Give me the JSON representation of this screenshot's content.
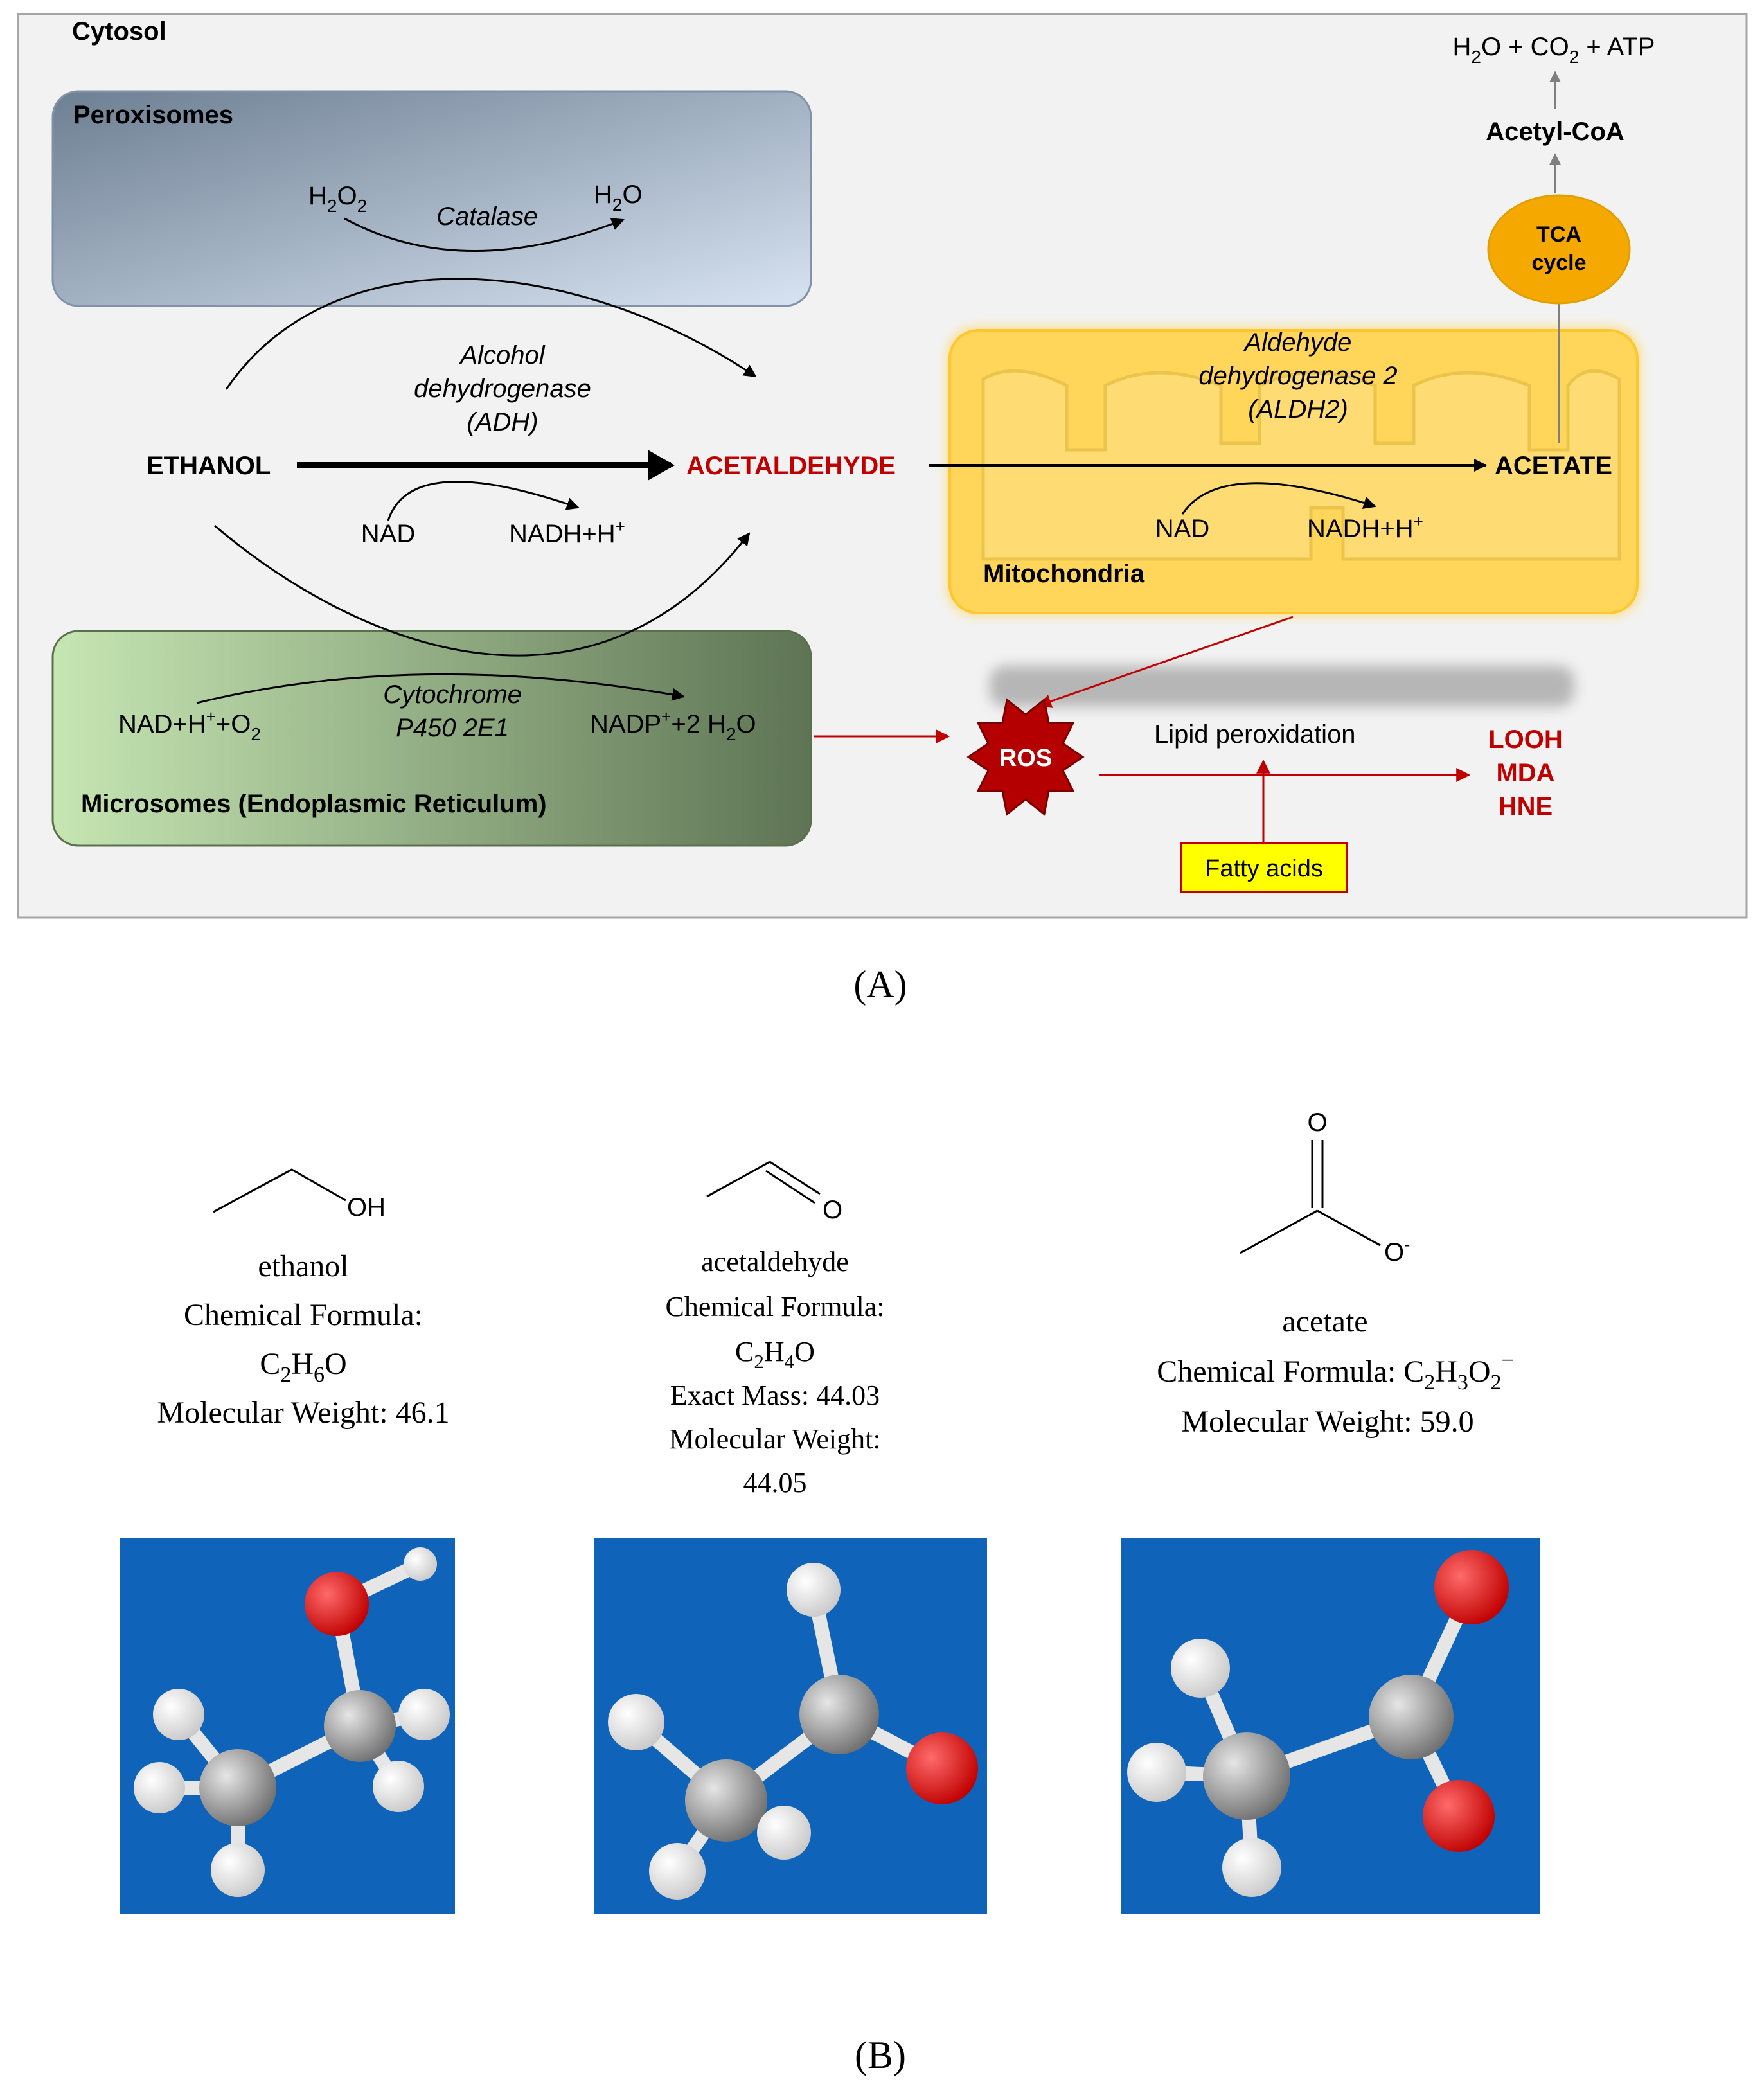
{
  "panel_a": {
    "cytosol": "Cytosol",
    "peroxisomes": "Peroxisomes",
    "h2o2": {
      "base": "H",
      "s1": "2",
      "mid": "O",
      "s2": "2"
    },
    "catalase": "Catalase",
    "h2o": {
      "base": "H",
      "s1": "2",
      "mid": "O"
    },
    "alcohol_dh": [
      "Alcohol",
      "dehydrogenase",
      "(ADH)"
    ],
    "ethanol": "ETHANOL",
    "acetaldehyde": "ACETALDEHYDE",
    "acetate": "ACETATE",
    "nad_left": "NAD",
    "nadh_left": {
      "base": "NADH+H",
      "sup": "+"
    },
    "aldh": [
      "Aldehyde",
      "dehydrogenase 2",
      "(ALDH2)"
    ],
    "nad_right": "NAD",
    "nadh_right": {
      "base": "NADH+H",
      "sup": "+"
    },
    "mitochondria": "Mitochondria",
    "tca": [
      "TCA",
      "cycle"
    ],
    "acetyl_coa": "Acetyl-CoA",
    "products": {
      "a": "H",
      "b": "2",
      "c": "O + CO",
      "d": "2",
      "e": " + ATP"
    },
    "microsome_left": {
      "a": "NAD+H",
      "b": "+",
      "c": "+O",
      "d": "2"
    },
    "cyp": [
      "Cytochrome",
      "P450 2E1"
    ],
    "microsome_right": {
      "a": "NADP",
      "b": "+",
      "c": "+2 H",
      "d": "2",
      "e": "O"
    },
    "microsomes": "Microsomes (Endoplasmic Reticulum)",
    "ros": "ROS",
    "lipid_perox": "Lipid peroxidation",
    "products_red": [
      "LOOH",
      "MDA",
      "HNE"
    ],
    "fatty_acids": "Fatty acids",
    "label": "(A)"
  },
  "panel_b": {
    "ethanol": {
      "oh": "OH",
      "name": "ethanol",
      "formula_label": "Chemical Formula:",
      "formula": {
        "a": "C",
        "b": "2",
        "c": "H",
        "d": "6",
        "e": "O"
      },
      "mw": "Molecular Weight: 46.1"
    },
    "acetaldehyde": {
      "o": "O",
      "name": "acetaldehyde",
      "formula_label": "Chemical Formula:",
      "formula": {
        "a": "C",
        "b": "2",
        "c": "H",
        "d": "4",
        "e": "O"
      },
      "exact_mass": "Exact Mass: 44.03",
      "mw_label": "Molecular Weight:",
      "mw_value": "44.05"
    },
    "acetate": {
      "o_top": "O",
      "o_minus": {
        "base": "O",
        "sup": "-"
      },
      "name": "acetate",
      "formula_prefix": "Chemical Formula: C",
      "formula": {
        "b": "2",
        "c": "H",
        "d": "3",
        "e": "O",
        "f": "2",
        "g": "−"
      },
      "mw": "Molecular Weight: 59.0"
    },
    "label": "(B)"
  },
  "colors": {
    "acetaldehyde_red": "#c00000",
    "ros_red": "#b40000",
    "tca_orange": "#f5a800",
    "mito_yellow": "#ffd65a",
    "model_blue": "#0f63b8",
    "fatty_yellow": "#ffff00"
  }
}
